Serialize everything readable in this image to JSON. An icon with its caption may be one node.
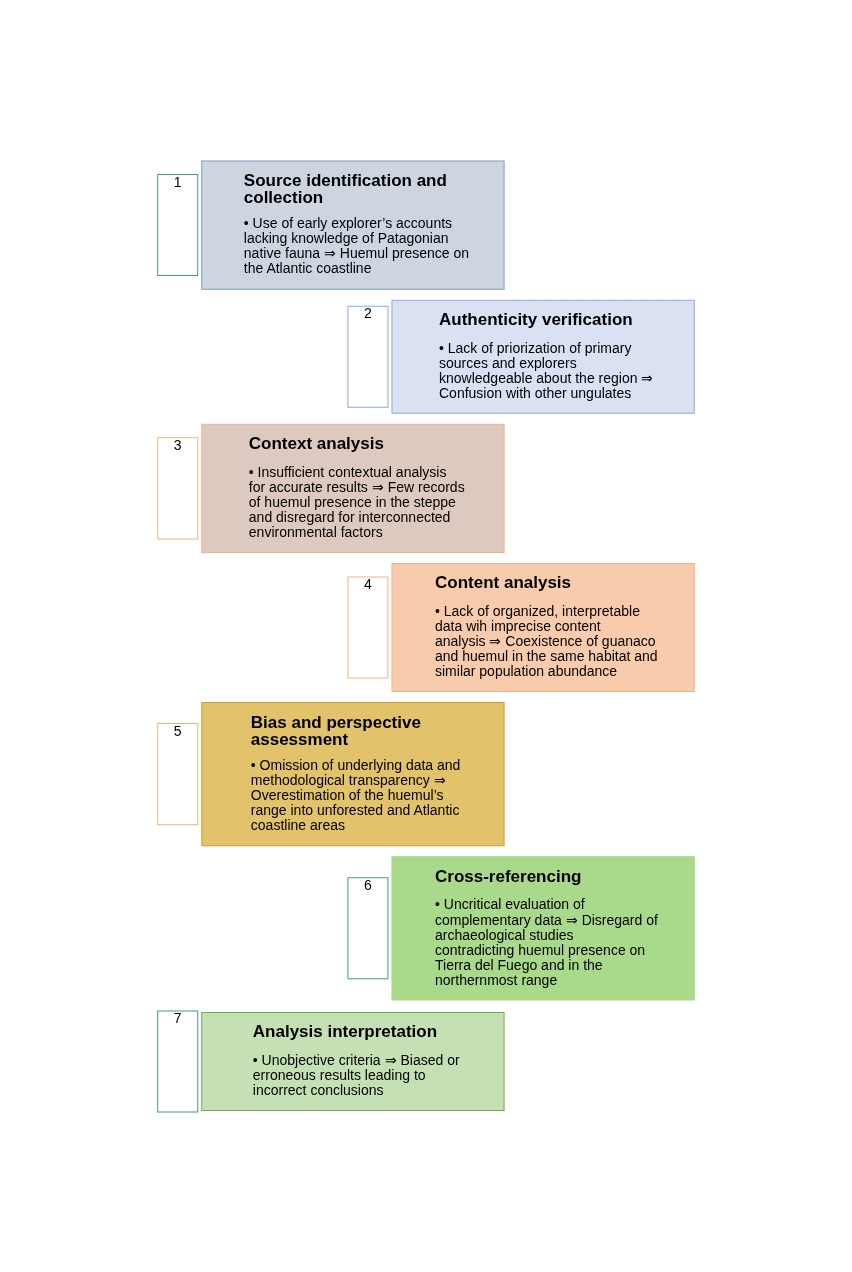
{
  "diagram": {
    "nodes": [
      {
        "text": [
          "1"
        ]
      },
      {
        "text": [
          "Source identification and collection",
          "• Use of early explorer’s accounts lacking knowledge of Patagonian native fauna ⇒ Huemul presence on the Atlantic coastline"
        ]
      },
      {
        "text": [
          "2"
        ]
      },
      {
        "text": [
          "Authenticity verification",
          "• Lack of priorization of primary sources and explorers knowledgeable about the region ⇒ Confusion with other ungulates"
        ]
      },
      {
        "text": [
          "3"
        ]
      },
      {
        "text": [
          "Context analysis",
          "• Insufficient contextual analysis for accurate results ⇒ Few records of huemul presence in the steppe and disregard for interconnected environmental factors"
        ]
      },
      {
        "text": [
          "4"
        ]
      },
      {
        "text": [
          "Content analysis",
          "• Lack of organized, interpretable data wih imprecise content analysis ⇒ Coexistence of guanaco and huemul in the same habitat and similar population abundance"
        ]
      },
      {
        "text": [
          "5"
        ]
      },
      {
        "text": [
          "Bias and perspective assessment",
          "• Omission of underlying data and methodological transparency ⇒ Overestimation of the huemul’s range into unforested and Atlantic coastline areas"
        ]
      },
      {
        "text": [
          "6"
        ]
      },
      {
        "text": [
          "Cross-referencing",
          "• Uncritical evaluation of complementary data ⇒ Disregard of archaeological studies contradicting huemul presence on Tierra del Fuego and in the northernmost range"
        ]
      },
      {
        "text": [
          "7"
        ]
      },
      {
        "text": [
          "Analysis interpretation",
          "• Unobjective criteria ⇒ Biased or erroneous results leading to incorrect conclusions"
        ]
      }
    ],
    "edges": []
  }
}
